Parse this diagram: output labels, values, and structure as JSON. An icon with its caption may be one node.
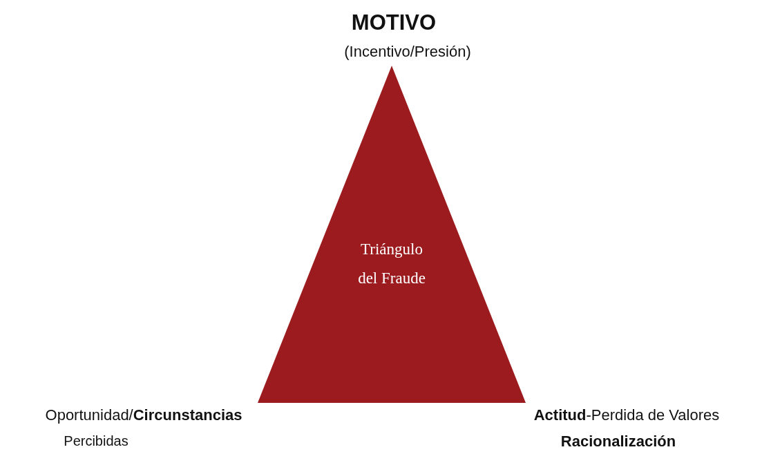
{
  "diagram": {
    "nodes": [
      {
        "text": [
          "Triángulo del Fraude"
        ]
      }
    ],
    "edges": [],
    "labels": [
      "MOTIVO",
      "(Incentivo/Presión)",
      "Oportunidad/**Circunstancias**",
      "Percibidas",
      "**Actitud**-Perdida de Valores",
      "Racionalización"
    ]
  }
}
